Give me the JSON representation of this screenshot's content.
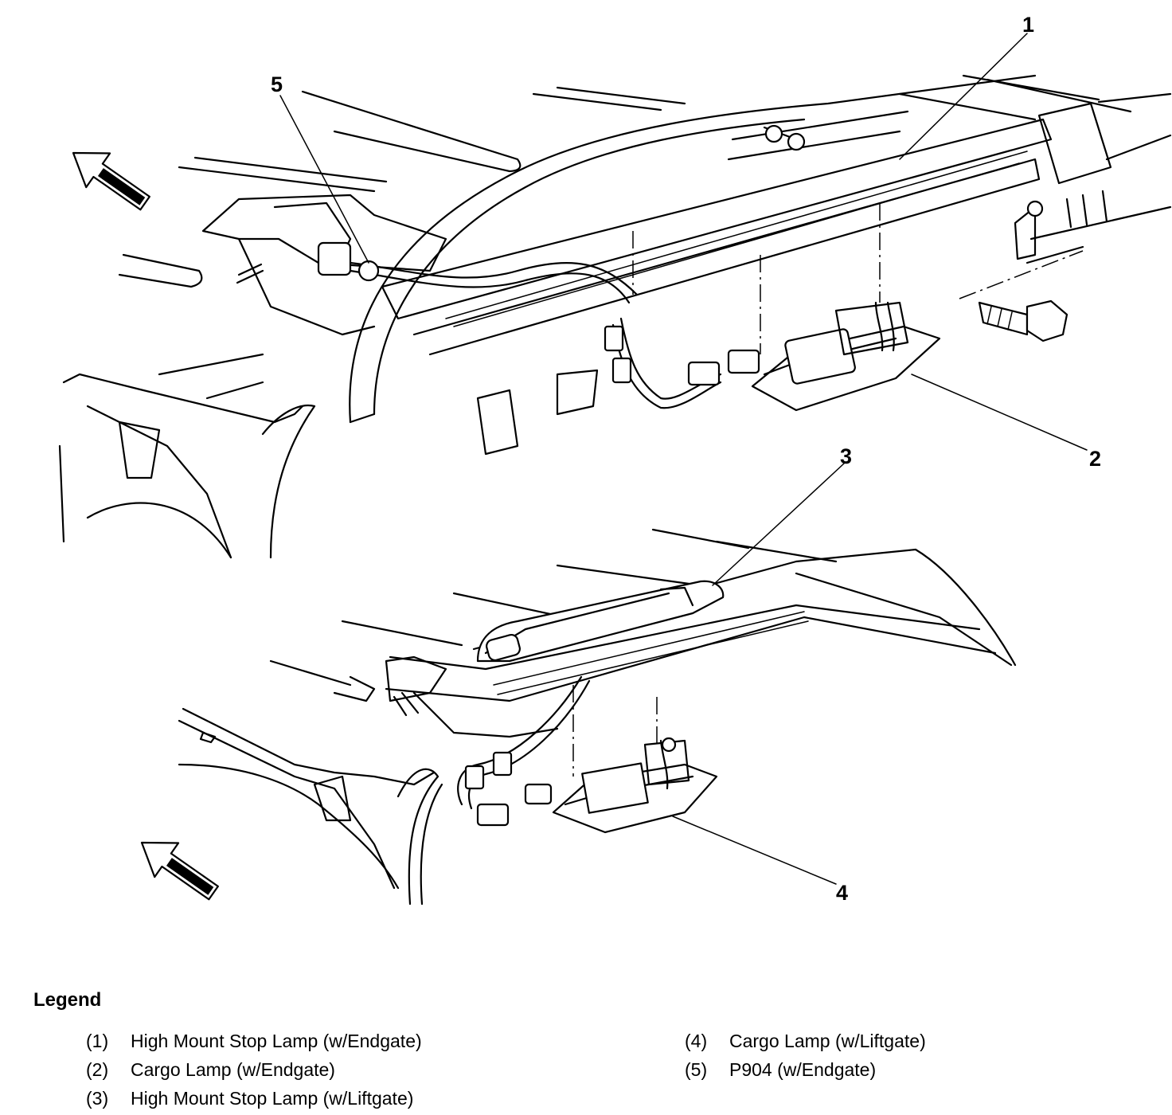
{
  "callouts": [
    "1",
    "2",
    "3",
    "4",
    "5"
  ],
  "legend": {
    "title": "Legend",
    "items": [
      {
        "num": "(1)",
        "text": "High Mount Stop Lamp (w/Endgate)"
      },
      {
        "num": "(2)",
        "text": "Cargo Lamp (w/Endgate)"
      },
      {
        "num": "(3)",
        "text": "High Mount Stop Lamp (w/Liftgate)"
      },
      {
        "num": "(4)",
        "text": "Cargo Lamp (w/Liftgate)"
      },
      {
        "num": "(5)",
        "text": "P904 (w/Endgate)"
      }
    ]
  },
  "icons": [
    "forward-arrow-icon",
    "bolt-icon"
  ]
}
